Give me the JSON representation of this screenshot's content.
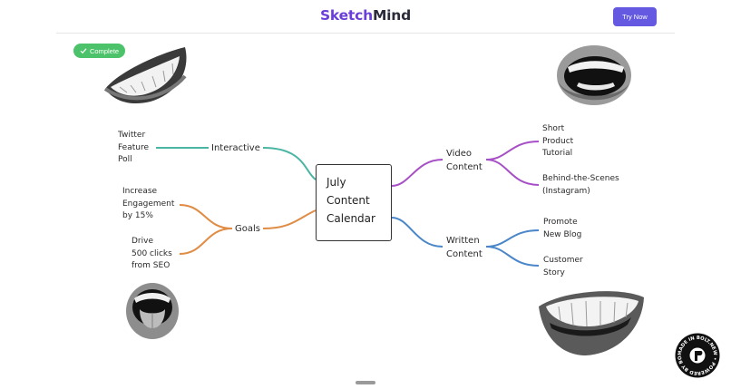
{
  "header": {
    "brand_part1": "Sketch",
    "brand_part2": "Mind",
    "try_now_label": "Try Now"
  },
  "badge": {
    "icon": "check-icon",
    "label": "Complete"
  },
  "mindmap": {
    "center": "July\nContent\nCalendar",
    "branches": {
      "interactive": {
        "label": "Interactive",
        "color": "#4bb5a3"
      },
      "goals": {
        "label": "Goals",
        "color": "#e08c45"
      },
      "video": {
        "label": "Video\nContent",
        "color": "#a64fc7"
      },
      "written": {
        "label": "Written\nContent",
        "color": "#4a86c8"
      }
    },
    "leaves": {
      "twitter_poll": "Twitter\nFeature\nPoll",
      "increase_engagement": "Increase\nEngagement\nby 15%",
      "drive_clicks": "Drive\n500 clicks\nfrom SEO",
      "short_tutorial": "Short\nProduct\nTutorial",
      "behind_scenes": "Behind-the-Scenes\n(Instagram)",
      "promote_blog": "Promote\nNew Blog",
      "customer_story": "Customer\nStory"
    }
  },
  "watermark": {
    "text": "MADE IN BOLT.NEW • POWERED BY BOLT.NEW •",
    "icon": "bolt-icon"
  }
}
